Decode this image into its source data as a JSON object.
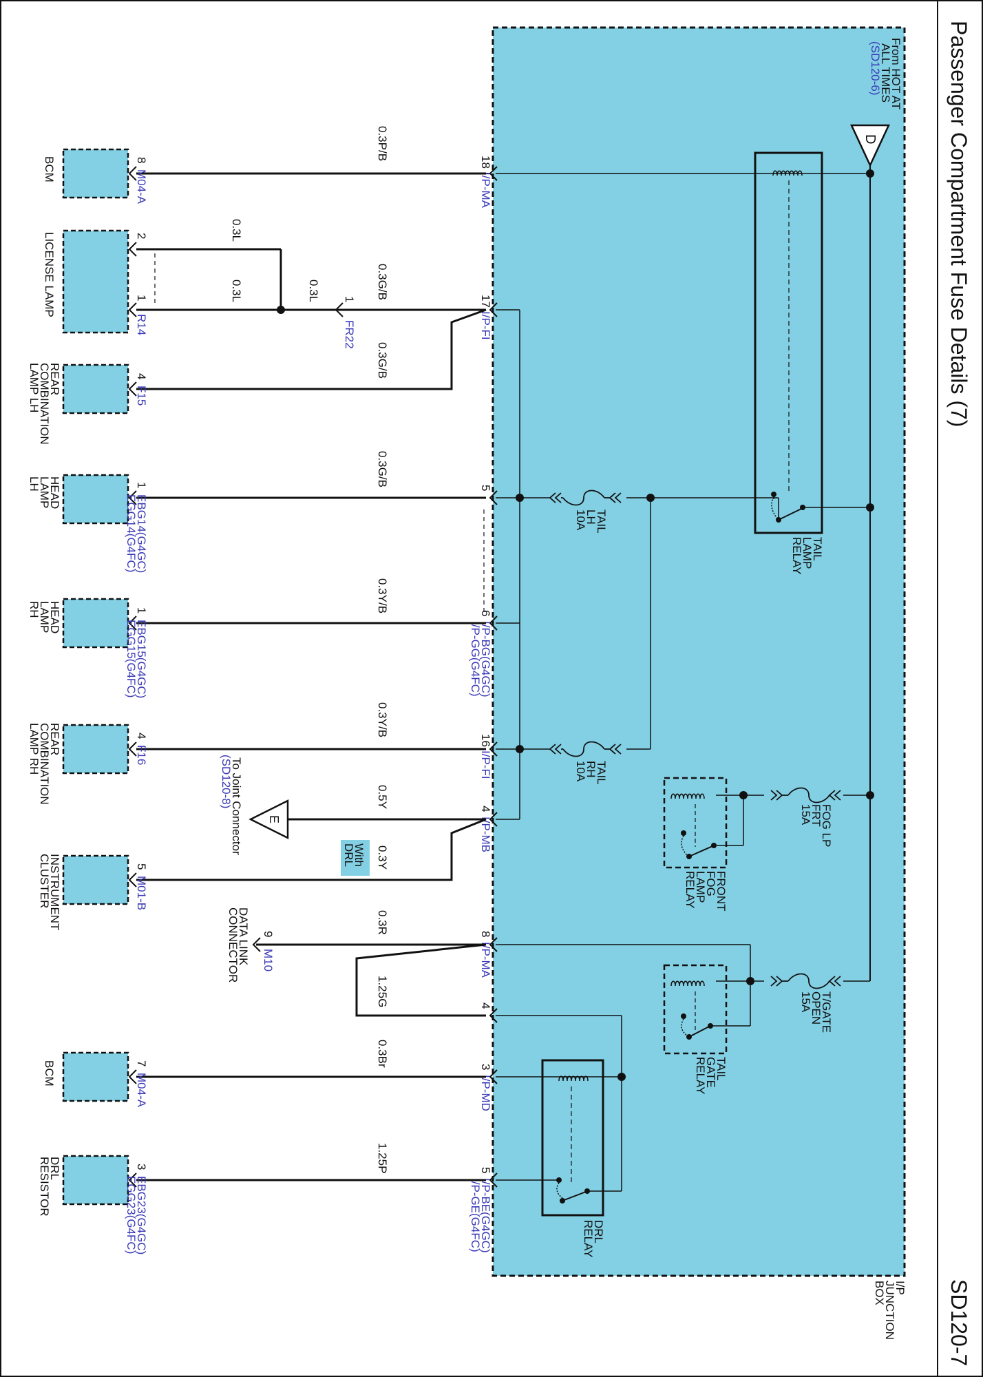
{
  "header": {
    "title": "Passenger Compartment Fuse Details (7)",
    "code": "SD120-7"
  },
  "colors": {
    "box_fill": "#83cfe3",
    "link_blue": "#3a3ab8",
    "wire": "#111111",
    "frame": "#111111"
  },
  "junction_box": {
    "label_lines": [
      "I/P",
      "JUNCTION",
      "BOX"
    ]
  },
  "hot_source": {
    "letter": "D",
    "lines": [
      "From HOT AT",
      "ALL TIMES"
    ],
    "ref": "(SD120-6)"
  },
  "joint_ref": {
    "letter": "E",
    "lines": [
      "To Joint Connector"
    ],
    "ref": "(SD120-8)"
  },
  "fuses": [
    {
      "lines": [
        "TAIL",
        "LH",
        "10A"
      ]
    },
    {
      "lines": [
        "TAIL",
        "RH",
        "10A"
      ]
    },
    {
      "lines": [
        "FOG LP",
        "FRT",
        "15A"
      ]
    },
    {
      "lines": [
        "T/GATE",
        "OPEN",
        "15A"
      ]
    }
  ],
  "relays": [
    {
      "lines": [
        "TAIL",
        "LAMP",
        "RELAY"
      ]
    },
    {
      "lines": [
        "FRONT",
        "FOG",
        "LAMP",
        "RELAY"
      ]
    },
    {
      "lines": [
        "TAIL",
        "GATE",
        "RELAY"
      ]
    },
    {
      "lines": [
        "DRL",
        "RELAY"
      ]
    }
  ],
  "option_badge": {
    "lines": [
      "With",
      "DRL"
    ]
  },
  "jb_pins": [
    {
      "pin": "18",
      "conn": [
        "I/P-MA"
      ]
    },
    {
      "pin": "17",
      "conn": [
        "I/P-FI"
      ]
    },
    {
      "pin": "5",
      "conn": []
    },
    {
      "pin": "6",
      "conn": [
        "I/P-BG(G4GC)",
        "I/P-GG(G4FC)"
      ]
    },
    {
      "pin": "16",
      "conn": [
        "I/P-FI"
      ]
    },
    {
      "pin": "4",
      "conn": [
        "I/P-MB"
      ]
    },
    {
      "pin": "8",
      "conn": [
        "I/P-MA"
      ]
    },
    {
      "pin": "4",
      "conn": []
    },
    {
      "pin": "3",
      "conn": [
        "I/P-MD"
      ]
    },
    {
      "pin": "5",
      "conn": [
        "I/P-BE(G4GC)",
        "I/P-GE(G4FC)"
      ]
    }
  ],
  "wires": [
    "0.3P/B",
    "0.3G/B",
    "0.3G/B",
    "0.3G/B",
    "0.3Y/B",
    "0.3Y/B",
    "0.5Y",
    "0.3Y",
    "0.3R",
    "1.25G",
    "0.3Br",
    "1.25P",
    "0.3L",
    "0.3L",
    "0.3L"
  ],
  "inline_connector": {
    "pin": "1",
    "ref": "FR22"
  },
  "data_link": {
    "pin": "9",
    "ref": "M10",
    "lines": [
      "DATA LINK",
      "CONNECTOR"
    ]
  },
  "components": [
    {
      "name_lines": [
        "BCM"
      ],
      "pins": [
        {
          "pin": "8",
          "refs": [
            "M04-A"
          ]
        }
      ]
    },
    {
      "name_lines": [
        "LICENSE LAMP"
      ],
      "pins": [
        {
          "pin": "2",
          "refs": []
        },
        {
          "pin": "1",
          "refs": [
            "R14"
          ]
        }
      ]
    },
    {
      "name_lines": [
        "REAR",
        "COMBINATION",
        "LAMP LH"
      ],
      "pins": [
        {
          "pin": "4",
          "refs": [
            "F15"
          ]
        }
      ]
    },
    {
      "name_lines": [
        "HEAD",
        "LAMP",
        "LH"
      ],
      "pins": [
        {
          "pin": "1",
          "refs": [
            "EBG14(G4GC)",
            "EGG14(G4FC)"
          ]
        }
      ]
    },
    {
      "name_lines": [
        "HEAD",
        "LAMP",
        "RH"
      ],
      "pins": [
        {
          "pin": "1",
          "refs": [
            "EBG15(G4GC)",
            "EGG15(G4FC)"
          ]
        }
      ]
    },
    {
      "name_lines": [
        "REAR",
        "COMBINATION",
        "LAMP RH"
      ],
      "pins": [
        {
          "pin": "4",
          "refs": [
            "F16"
          ]
        }
      ]
    },
    {
      "name_lines": [
        "INSTRUMENT",
        "CLUSTER"
      ],
      "pins": [
        {
          "pin": "5",
          "refs": [
            "M01-B"
          ]
        }
      ]
    },
    {
      "name_lines": [
        "BCM"
      ],
      "pins": [
        {
          "pin": "7",
          "refs": [
            "M04-A"
          ]
        }
      ]
    },
    {
      "name_lines": [
        "DRL",
        "RESISTOR"
      ],
      "pins": [
        {
          "pin": "3",
          "refs": [
            "EBG23(G4GC)",
            "EGG23(G4FC)"
          ]
        }
      ]
    }
  ]
}
